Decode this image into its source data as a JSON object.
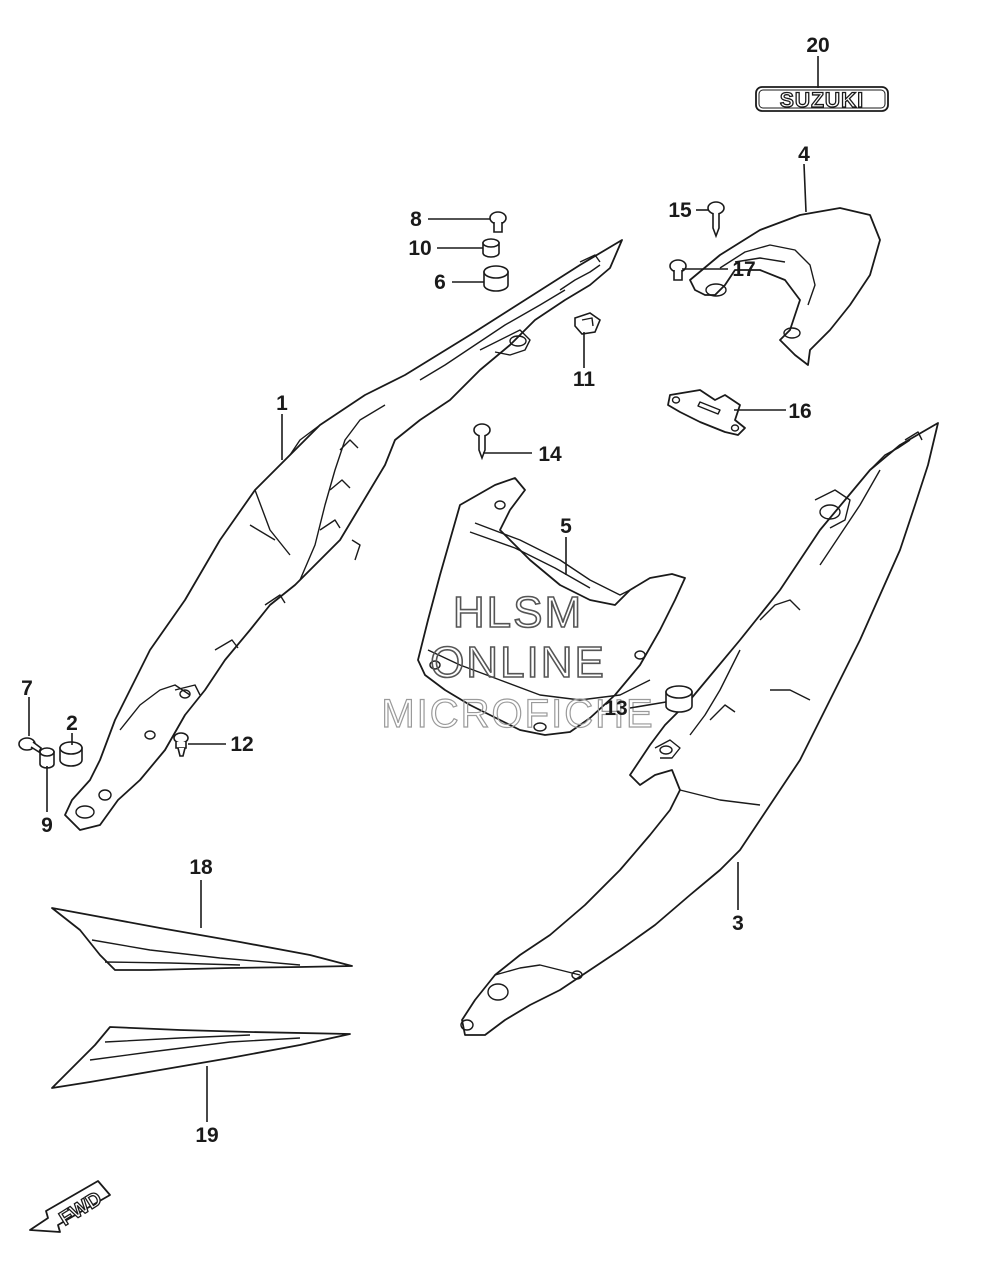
{
  "diagram": {
    "callouts": [
      {
        "id": "p1",
        "number": "1"
      },
      {
        "id": "p2",
        "number": "2"
      },
      {
        "id": "p3",
        "number": "3"
      },
      {
        "id": "p4",
        "number": "4"
      },
      {
        "id": "p5",
        "number": "5"
      },
      {
        "id": "p6",
        "number": "6"
      },
      {
        "id": "p7",
        "number": "7"
      },
      {
        "id": "p8",
        "number": "8"
      },
      {
        "id": "p9",
        "number": "9"
      },
      {
        "id": "p10",
        "number": "10"
      },
      {
        "id": "p11",
        "number": "11"
      },
      {
        "id": "p12",
        "number": "12"
      },
      {
        "id": "p13",
        "number": "13"
      },
      {
        "id": "p14",
        "number": "14"
      },
      {
        "id": "p15",
        "number": "15"
      },
      {
        "id": "p16",
        "number": "16"
      },
      {
        "id": "p17",
        "number": "17"
      },
      {
        "id": "p18",
        "number": "18"
      },
      {
        "id": "p19",
        "number": "19"
      },
      {
        "id": "p20",
        "number": "20"
      }
    ],
    "emblem_text": "SUZUKI",
    "direction_marker": "FWD",
    "watermark": [
      "HLSM",
      "ONLINE",
      "MICROFICHE"
    ]
  }
}
